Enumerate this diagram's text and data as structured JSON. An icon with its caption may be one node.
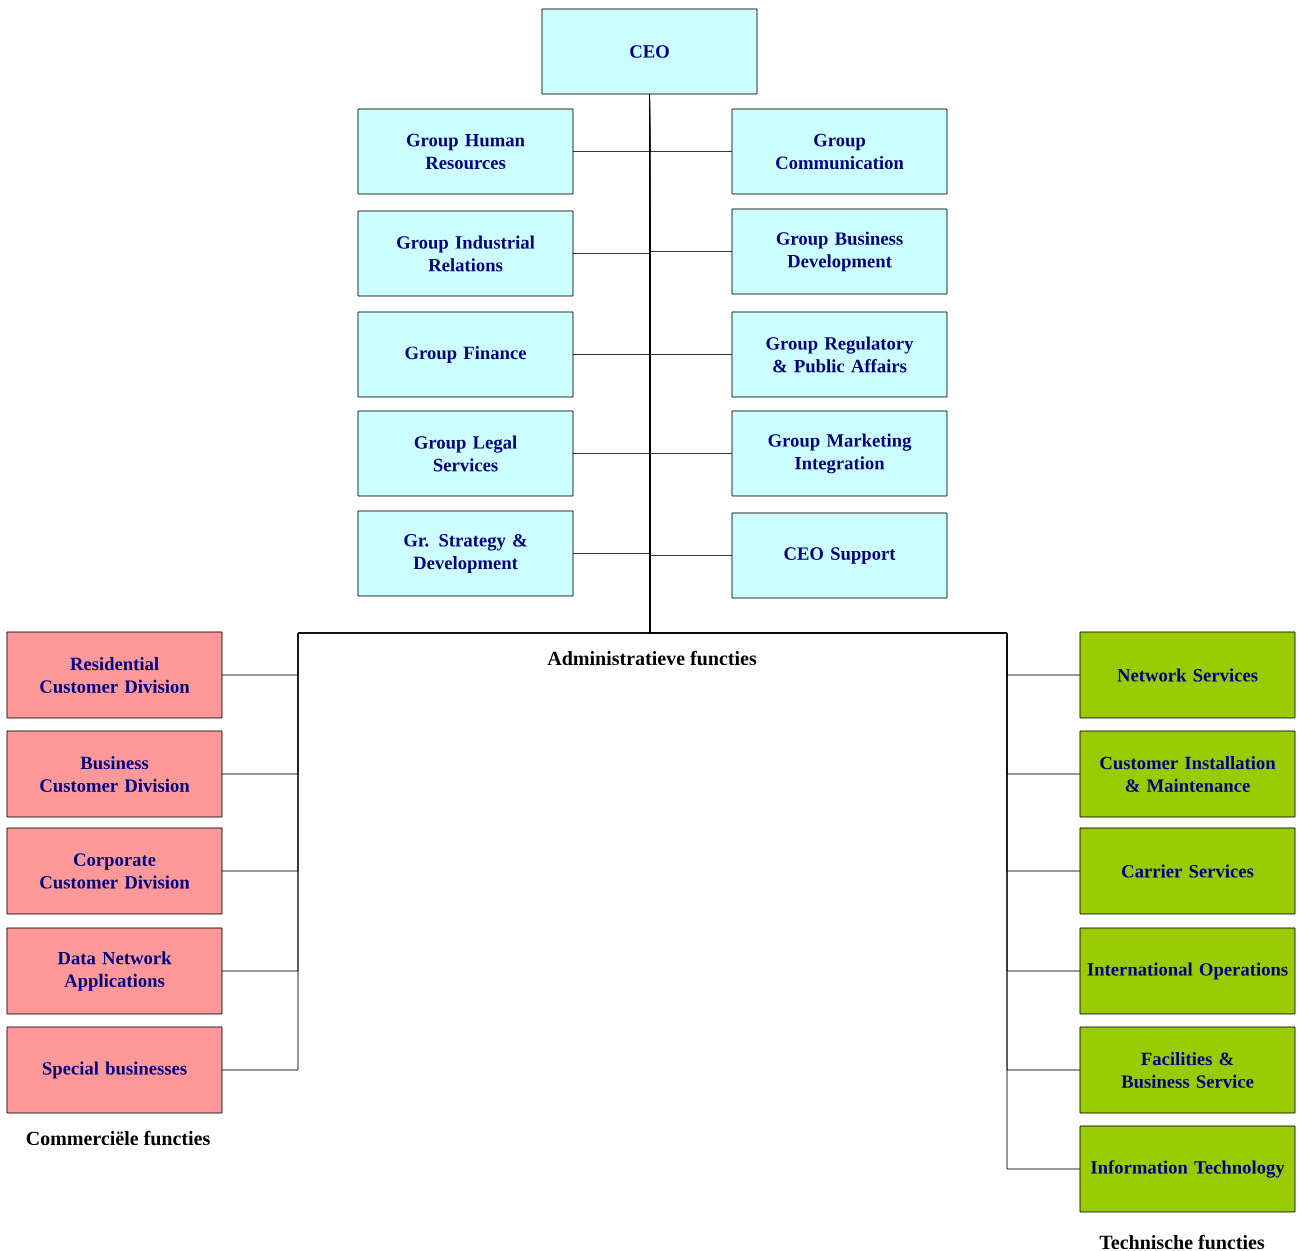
{
  "diagram": {
    "nodes": [
      {
        "text": [
          "CEO"
        ]
      },
      {
        "text": [
          "Group Human Resources"
        ]
      },
      {
        "text": [
          "Group Communication"
        ]
      },
      {
        "text": [
          "Group Industrial Relations"
        ]
      },
      {
        "text": [
          "Group Business Development"
        ]
      },
      {
        "text": [
          "Group Finance"
        ]
      },
      {
        "text": [
          "Group Regulatory & Public Affairs"
        ]
      },
      {
        "text": [
          "Group Legal Services"
        ]
      },
      {
        "text": [
          "Group Marketing Integration"
        ]
      },
      {
        "text": [
          "Gr. Strategy & Development"
        ]
      },
      {
        "text": [
          "CEO Support"
        ]
      },
      {
        "text": [
          "Residential Customer Division"
        ]
      },
      {
        "text": [
          "Network Services"
        ]
      },
      {
        "text": [
          "Business Customer Division"
        ]
      },
      {
        "text": [
          "Customer Installation & Maintenance"
        ]
      },
      {
        "text": [
          "Corporate Customer Division"
        ]
      },
      {
        "text": [
          "Carrier Services"
        ]
      },
      {
        "text": [
          "Data Network Applications"
        ]
      },
      {
        "text": [
          "International Operations"
        ]
      },
      {
        "text": [
          "Special businesses"
        ]
      },
      {
        "text": [
          "Facilities & Business Service"
        ]
      },
      {
        "text": [
          "Information Technology"
        ]
      }
    ],
    "edges": [
      {
        "from": 0,
        "to": 1,
        "arrow": "none"
      },
      {
        "from": 0,
        "to": 2,
        "arrow": "none"
      },
      {
        "from": 0,
        "to": 3,
        "arrow": "none"
      },
      {
        "from": 0,
        "to": 4,
        "arrow": "none"
      },
      {
        "from": 0,
        "to": 5,
        "arrow": "none"
      },
      {
        "from": 0,
        "to": 6,
        "arrow": "none"
      },
      {
        "from": 0,
        "to": 7,
        "arrow": "none"
      },
      {
        "from": 0,
        "to": 8,
        "arrow": "none"
      },
      {
        "from": 0,
        "to": 9,
        "arrow": "none"
      },
      {
        "from": 0,
        "to": 10,
        "arrow": "none"
      },
      {
        "from": 0,
        "to": 11,
        "arrow": "none"
      },
      {
        "from": 0,
        "to": 12,
        "arrow": "none"
      },
      {
        "from": 0,
        "to": 13,
        "arrow": "none"
      },
      {
        "from": 0,
        "to": 14,
        "arrow": "none"
      },
      {
        "from": 0,
        "to": 15,
        "arrow": "none"
      },
      {
        "from": 0,
        "to": 16,
        "arrow": "none"
      },
      {
        "from": 0,
        "to": 17,
        "arrow": "none"
      },
      {
        "from": 0,
        "to": 18,
        "arrow": "none"
      },
      {
        "from": 0,
        "to": 19,
        "arrow": "none"
      },
      {
        "from": 0,
        "to": 20,
        "arrow": "none"
      },
      {
        "from": 0,
        "to": 21,
        "arrow": "none"
      }
    ],
    "labels": [
      "Administratieve functies",
      "Commerciële functies",
      "Technische functies"
    ]
  }
}
